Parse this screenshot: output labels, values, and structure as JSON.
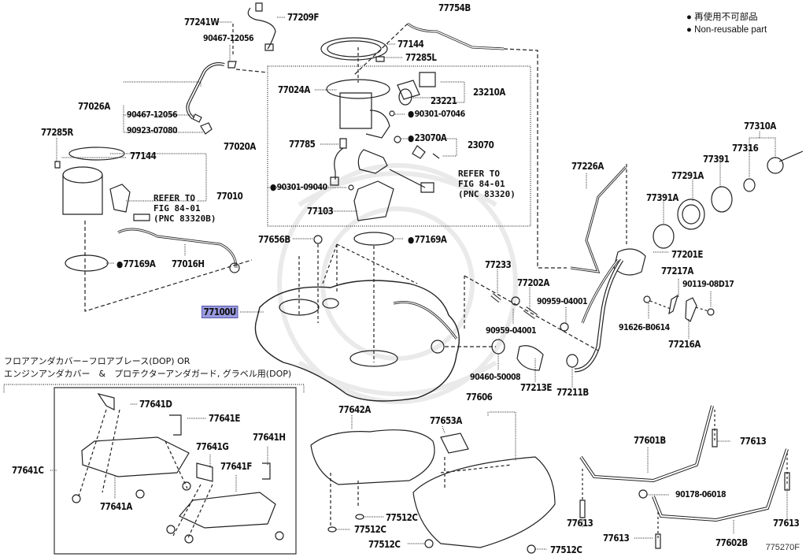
{
  "legend": {
    "items": [
      "再使用不可部品",
      "Non-reusable part"
    ],
    "marker": "filled-circle"
  },
  "highlighted_part": "77100U",
  "highlight_color": "#9a9ae0",
  "option_caption": {
    "line1": "フロアアンダカバー−フロアブレース(DOP) OR",
    "line2": "エンジンアンダカバー　&　プロテクターアンダガード, グラベル用(DOP)"
  },
  "figure_number": "775270F",
  "parts": {
    "p77241W": "77241W",
    "p77209F": "77209F",
    "p90467_12056_top": "90467-12056",
    "p77754B": "77754B",
    "p77144_top": "77144",
    "p77285L": "77285L",
    "p77026A": "77026A",
    "p90467_12056": "90467-12056",
    "p90923_07080": "90923-07080",
    "p77024A": "77024A",
    "p23210A": "23210A",
    "p23221": "23221",
    "p90301_07046": "90301-07046",
    "p77285R": "77285R",
    "p77144_left": "77144",
    "p77020A": "77020A",
    "p77785": "77785",
    "p23070A": "23070A",
    "p23070": "23070",
    "p77010": "77010",
    "refer1": [
      "REFER TO",
      "FIG 84-01",
      "(PNC 83320B)"
    ],
    "refer2": [
      "REFER TO",
      "FIG 84-01",
      "(PNC 83320)"
    ],
    "p90301_09040": "90301-09040",
    "p77103": "77103",
    "p77169A_left": "77169A",
    "p77016H": "77016H",
    "p77656B": "77656B",
    "p77169A_center": "77169A",
    "p77100U": "77100U",
    "p77310A": "77310A",
    "p77316": "77316",
    "p77391": "77391",
    "p77291A": "77291A",
    "p77226A": "77226A",
    "p77391A": "77391A",
    "p77201E": "77201E",
    "p77233": "77233",
    "p77202A": "77202A",
    "p77217A": "77217A",
    "p90119_08D17": "90119-08D17",
    "p90959_04001_a": "90959-04001",
    "p90959_04001_b": "90959-04001",
    "p91626_B0614": "91626-B0614",
    "p77216A": "77216A",
    "p90460_50008": "90460-50008",
    "p77213E": "77213E",
    "p77211B": "77211B",
    "p77641D": "77641D",
    "p77641E": "77641E",
    "p77641C": "77641C",
    "p77641G": "77641G",
    "p77641H": "77641H",
    "p77641F": "77641F",
    "p77641A": "77641A",
    "p77642A": "77642A",
    "p77606": "77606",
    "p77653A": "77653A",
    "p77512C_1": "77512C",
    "p77512C_2": "77512C",
    "p77512C_3": "77512C",
    "p77512C_4": "77512C",
    "p77601B": "77601B",
    "p77613_1": "77613",
    "p77613_2": "77613",
    "p77613_3": "77613",
    "p77613_4": "77613",
    "p90178_06018": "90178-06018",
    "p77602B": "77602B"
  }
}
